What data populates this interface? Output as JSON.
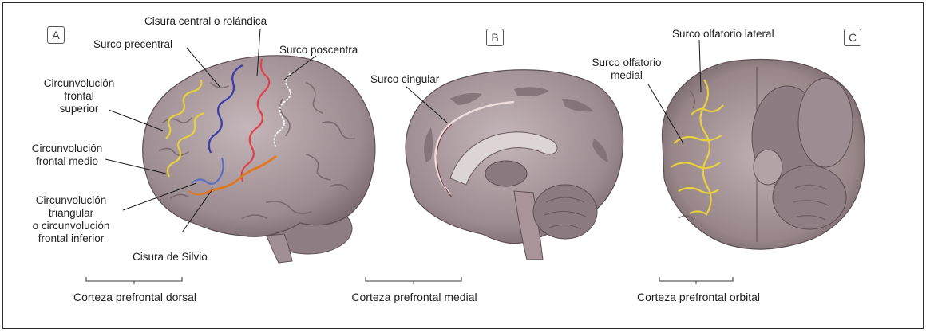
{
  "panels": {
    "a": {
      "letter": "A",
      "labels": {
        "central": "Cisura central o rolándica",
        "precentral": "Surco precentral",
        "postcentral": "Surco poscentra",
        "superior": [
          "Circunvolución",
          "frontal",
          "superior"
        ],
        "medio": [
          "Circunvolución",
          "frontal medio"
        ],
        "triangular": [
          "Circunvolución",
          "triangular",
          "o circunvolución",
          "frontal inferior"
        ],
        "silvio": "Cisura de Silvio"
      },
      "caption": "Corteza prefrontal dorsal"
    },
    "b": {
      "letter": "B",
      "labels": {
        "cingular": "Surco cingular"
      },
      "caption": "Corteza prefrontal medial"
    },
    "c": {
      "letter": "C",
      "labels": {
        "olf_lateral": "Surco olfatorio lateral",
        "olf_medial": [
          "Surco olfatorio",
          "medial"
        ]
      },
      "caption": "Corteza prefrontal orbital"
    }
  },
  "colors": {
    "frame": "#2a2a2a",
    "brain_fill": "#9c8b90",
    "brain_light": "#b8a9ad",
    "brain_dark": "#6f6065",
    "gyrus_line": "#e8e0e2",
    "sulcus_superior_frontal": "#e6d23a",
    "sulcus_precentral": "#3b3aa8",
    "sulcus_central": "#e2404a",
    "sulcus_postcentral": "#f2f2ee",
    "sulcus_silvio": "#e07a20",
    "sulcus_inferior_frontal": "#5a6fc0",
    "sulcus_cingular": "#f0dede",
    "sulcus_olfactory": "#e8d040",
    "leader_line": "#1a1a1a"
  }
}
